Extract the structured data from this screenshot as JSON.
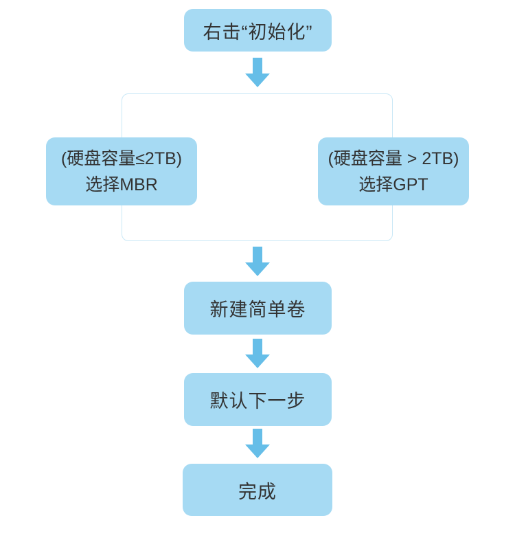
{
  "flowchart": {
    "title": "disk-initialization-flow",
    "colors": {
      "background": "#ffffff",
      "box_fill": "#a6daf3",
      "arrow": "#66bee8",
      "container_border": "#c9e8f6",
      "text": "#333333"
    },
    "nodes": {
      "step1": {
        "label": "右击“初始化”"
      },
      "branch_left": {
        "line1": "(硬盘容量≤2TB)",
        "line2": "选择MBR"
      },
      "branch_right": {
        "line1": "(硬盘容量 > 2TB)",
        "line2": "选择GPT"
      },
      "step2": {
        "label": "新建简单卷"
      },
      "step3": {
        "label": "默认下一步"
      },
      "step4": {
        "label": "完成"
      }
    },
    "flow": [
      "step1 → branch(branch_left | branch_right)",
      "branch → step2",
      "step2 → step3",
      "step3 → step4"
    ]
  }
}
